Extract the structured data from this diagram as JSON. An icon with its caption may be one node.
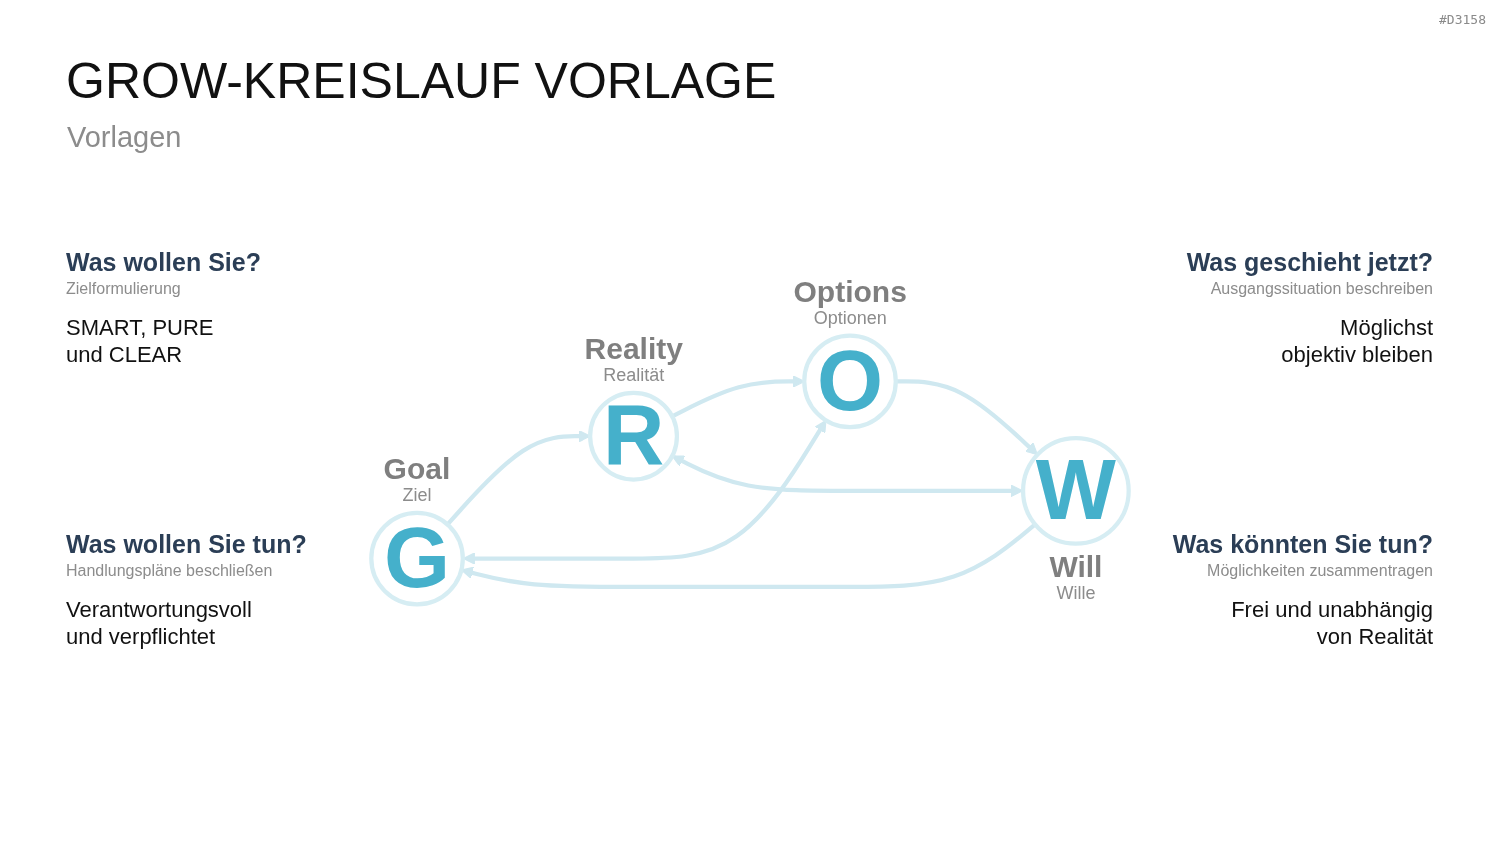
{
  "diagram": {
    "title": "GROW-KREISLAUF VORLAGE",
    "nodes": [
      {
        "text": [
          "G"
        ],
        "beside": [
          "Goal",
          "Ziel"
        ]
      },
      {
        "text": [
          "R"
        ],
        "beside": [
          "Reality",
          "Realität"
        ]
      },
      {
        "text": [
          "W"
        ],
        "beside": [
          "Will",
          "Wille"
        ]
      },
      {
        "text": [
          "O"
        ],
        "beside": [
          "Options",
          "Optionen"
        ]
      }
    ],
    "edges": [
      {
        "from": 0,
        "to": 1,
        "arrow": "to"
      },
      {
        "from": 1,
        "to": 3,
        "arrow": "to"
      },
      {
        "from": 3,
        "to": 2,
        "arrow": "to"
      },
      {
        "from": 2,
        "to": 0,
        "arrow": "to"
      },
      {
        "from": 0,
        "to": 3,
        "arrow": "both"
      },
      {
        "from": 2,
        "to": 1,
        "arrow": "both"
      }
    ],
    "labels": [
      "#D3158",
      "Vorlagen",
      "Was wollen Sie?",
      "Zielformulierung",
      "SMART, PURE und CLEAR",
      "Was geschieht jetzt?",
      "Ausgangssituation beschreiben",
      "Möglichst objektiv bleiben",
      "Was wollen Sie tun?",
      "Handlungspläne beschließen",
      "Verantwortungsvoll und verpflichtet",
      "Was könnten Sie tun?",
      "Möglichkeiten zusammentragen",
      "Frei und unabhängig von Realität"
    ]
  }
}
